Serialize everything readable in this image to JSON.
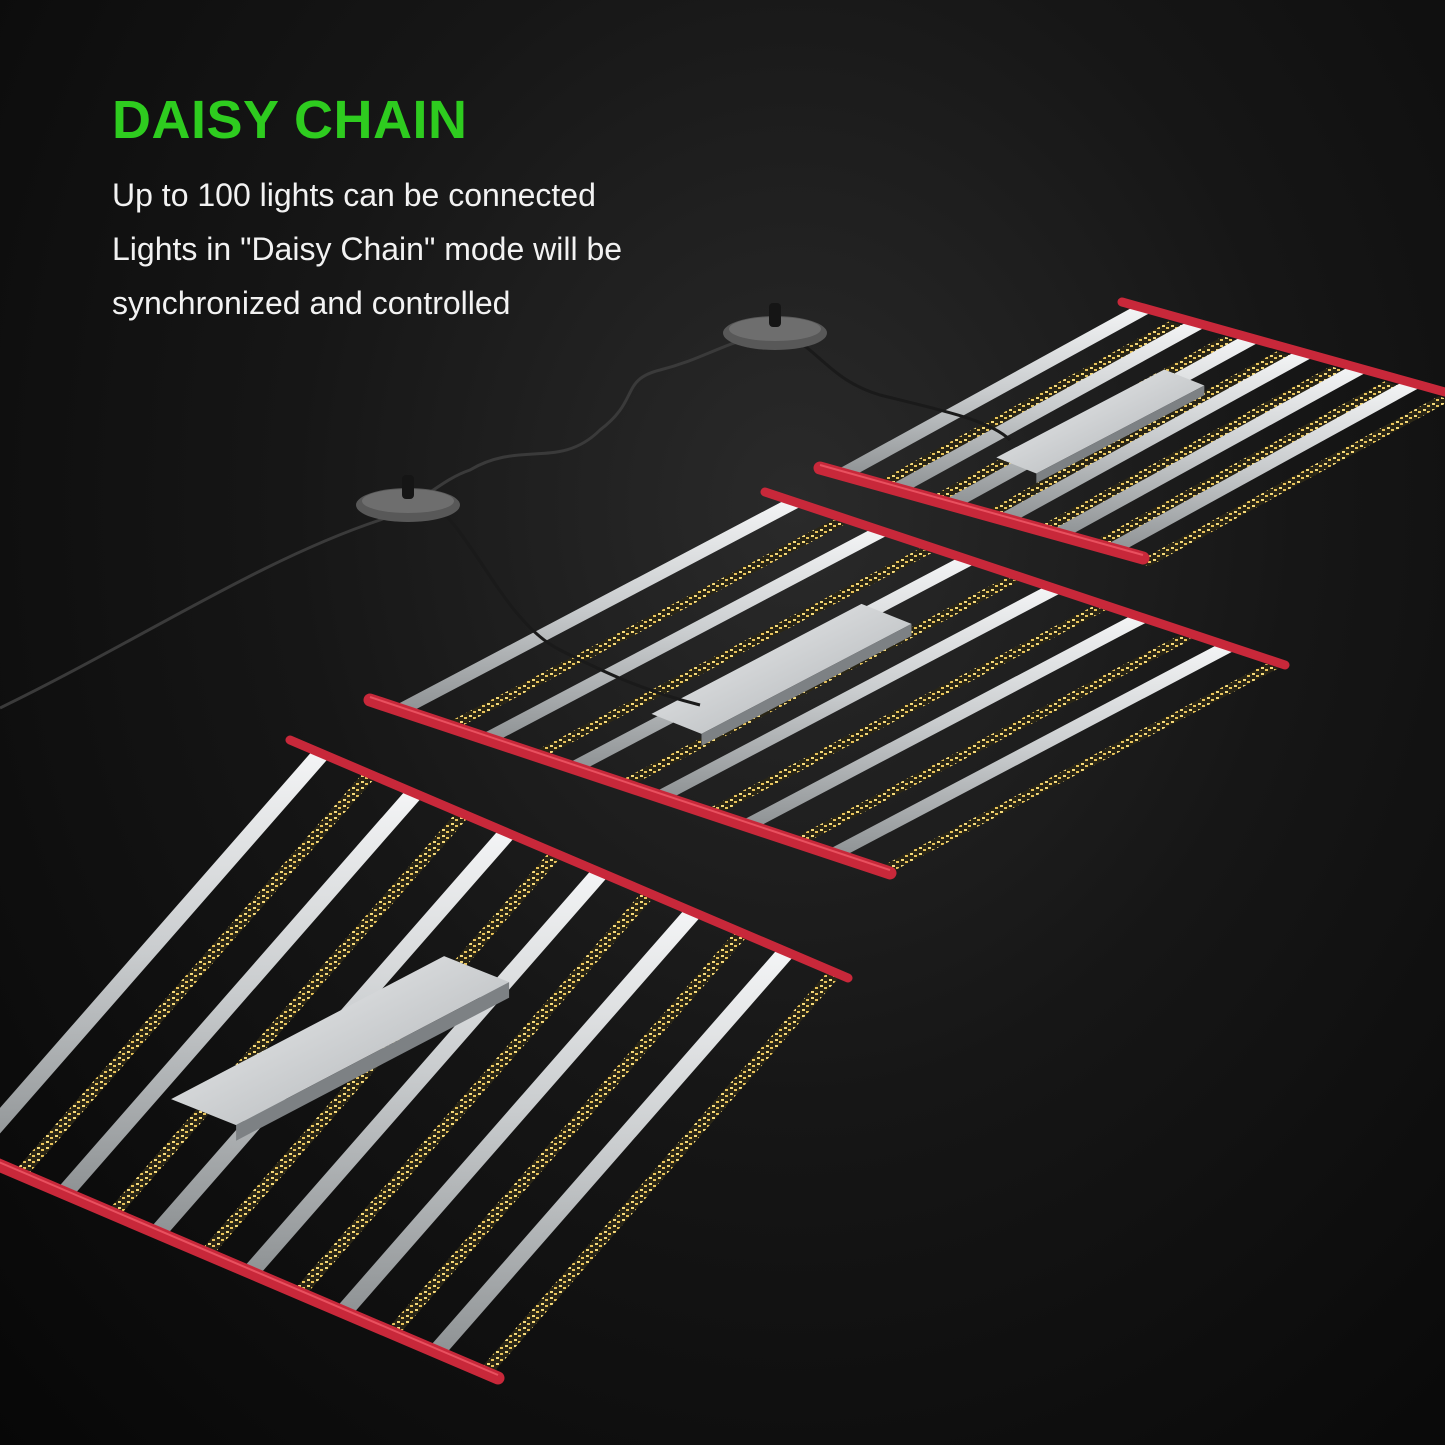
{
  "headline": "DAISY CHAIN",
  "lines": [
    "Up to 100 lights can be connected",
    "Lights in \"Daisy Chain\" mode will be",
    "synchronized and controlled"
  ],
  "colors": {
    "headline": "#2ecc1f",
    "frame": "#c8283a",
    "bar": "#d9dcde",
    "led_strip": "#2a2616",
    "led_warm": "#f4d97a",
    "cable": "#3a3a3a",
    "controller": "#585858"
  },
  "scene": {
    "fixture_icon": "led-grow-light-fixture",
    "controller_icon": "daisy-chain-controller-box",
    "fixture_count": 3,
    "controller_count": 2
  }
}
